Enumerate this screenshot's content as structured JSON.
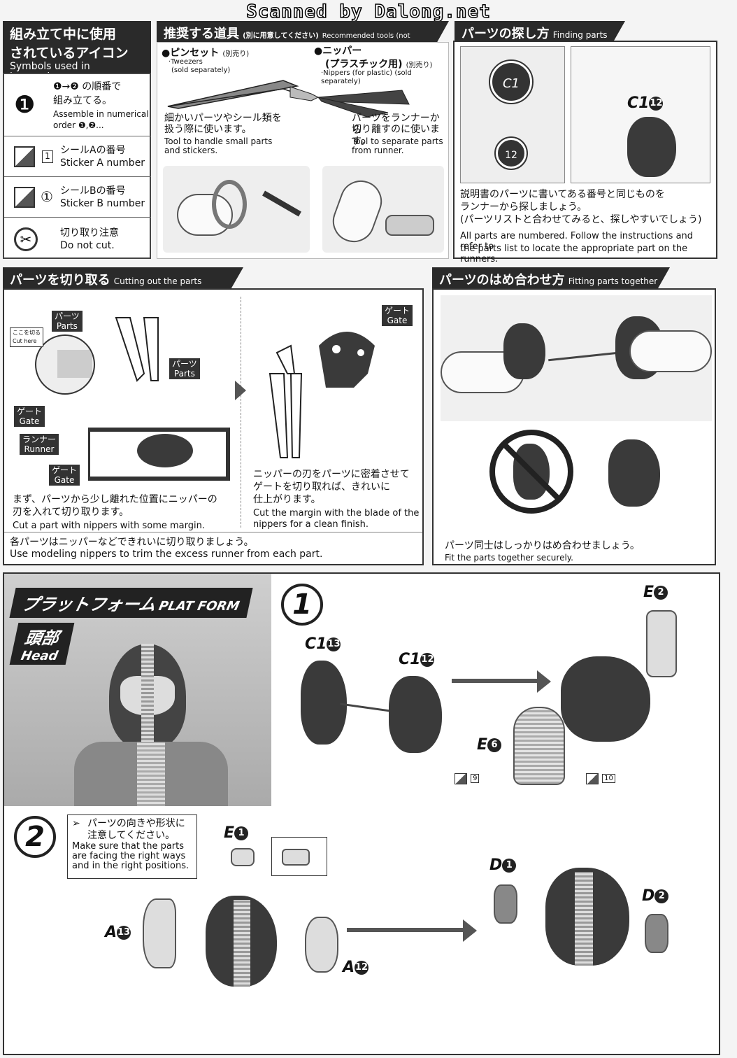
{
  "scan_banner": "Scanned by Dalong.net",
  "symbols": {
    "title_jp_1": "組み立て中に使用",
    "title_jp_2": "されているアイコン",
    "title_en": "Symbols used in instructions",
    "order_icon": "❶",
    "order_jp_1": "❶→❷ の順番で",
    "order_jp_2": "組み立てる。",
    "order_en_1": "Assemble in numerical",
    "order_en_2": "order ❶,❷...",
    "stickerA_num": "1",
    "stickerA_jp": "シールAの番号",
    "stickerA_en": "Sticker A number",
    "stickerB_num": "①",
    "stickerB_jp": "シールBの番号",
    "stickerB_en": "Sticker B number",
    "nocut_jp": "切り取り注意",
    "nocut_en": "Do not cut."
  },
  "tools": {
    "title_jp": "推奨する道具",
    "title_jp_small": "(別に用意してください)",
    "title_en": "Recommended tools (not included)",
    "tweezers_jp": "●ピンセット",
    "tweezers_jp_sep": "(別売り)",
    "tweezers_en_1": "·Tweezers",
    "tweezers_en_2": "(sold separately)",
    "tweezers_desc_jp_1": "細かいパーツやシール類を",
    "tweezers_desc_jp_2": "扱う際に使います。",
    "tweezers_desc_en_1": "Tool to handle small parts",
    "tweezers_desc_en_2": "and stickers.",
    "nippers_jp_1": "●ニッパー",
    "nippers_jp_2": "(プラスチック用)",
    "nippers_jp_sep": "(別売り)",
    "nippers_en": "·Nippers (for plastic) (sold separately)",
    "nippers_desc_jp_1": "パーツをランナーから",
    "nippers_desc_jp_2": "切り離すのに使います。",
    "nippers_desc_en_1": "Tool to separate parts",
    "nippers_desc_en_2": "from runner."
  },
  "finding": {
    "title_jp": "パーツの探し方",
    "title_en": "Finding parts",
    "runner_label": "C1",
    "part_num": "12",
    "part_id": "C1",
    "part_circle": "12",
    "desc_jp_1": "説明書のパーツに書いてある番号と同じものを",
    "desc_jp_2": "ランナーから探しましょう。",
    "desc_jp_3": "(パーツリストと合わせてみると、探しやすいでしょう)",
    "desc_en_1": "All parts are numbered. Follow the instructions and refer to",
    "desc_en_2": "the parts list to locate the appropriate part on the runners."
  },
  "cutting": {
    "title_jp": "パーツを切り取る",
    "title_en": "Cutting out the parts",
    "cut_here_jp": "ここを切る",
    "cut_here_en": "Cut here",
    "parts_jp": "パーツ",
    "parts_en": "Parts",
    "gate_jp": "ゲート",
    "gate_en": "Gate",
    "runner_jp": "ランナー",
    "runner_en": "Runner",
    "step1_jp_1": "まず、パーツから少し離れた位置にニッパーの",
    "step1_jp_2": "刃を入れて切り取ります。",
    "step1_en": "Cut a part with nippers with some margin.",
    "step2_jp_1": "ニッパーの刃をパーツに密着させて",
    "step2_jp_2": "ゲートを切り取れば、きれいに",
    "step2_jp_3": "仕上がります。",
    "step2_en_1": "Cut the margin with the blade of the",
    "step2_en_2": "nippers for a clean finish.",
    "footer_jp": "各パーツはニッパーなどできれいに切り取りましょう。",
    "footer_en": "Use modeling nippers to trim the excess runner from each part."
  },
  "fitting": {
    "title_jp": "パーツのはめ合わせ方",
    "title_en": "Fitting parts together",
    "desc_jp": "パーツ同士はしっかりはめ合わせましょう。",
    "desc_en": "Fit the parts together securely."
  },
  "platform": {
    "title_jp": "プラットフォーム",
    "title_en": "PLAT FORM",
    "sub_jp": "頭部",
    "sub_en": "Head"
  },
  "step1": {
    "badge": "1",
    "partA_id": "C1",
    "partA_num": "13",
    "partB_id": "C1",
    "partB_num": "12",
    "partC_id": "E",
    "partC_num": "2",
    "partD_id": "E",
    "partD_num": "6",
    "sticker_left": "9",
    "sticker_right": "10"
  },
  "step2": {
    "badge": "2",
    "note_jp_1": "パーツの向きや形状に",
    "note_jp_2": "注意してください。",
    "note_en_1": "Make sure that the parts",
    "note_en_2": "are facing the right ways",
    "note_en_3": "and in the right positions.",
    "partE1_id": "E",
    "partE1_num": "1",
    "partA13_id": "A",
    "partA13_num": "13",
    "partA12_id": "A",
    "partA12_num": "12",
    "partD1_id": "D",
    "partD1_num": "1",
    "partD2_id": "D",
    "partD2_num": "2"
  }
}
